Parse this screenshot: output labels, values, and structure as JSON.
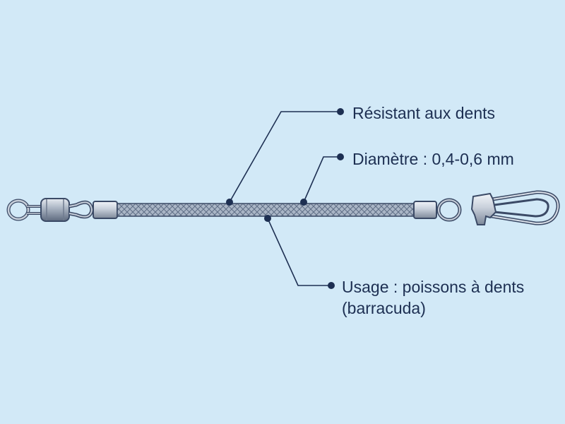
{
  "callouts": {
    "teeth_resistant": "Résistant aux dents",
    "diameter": "Diamètre : 0,4-0,6 mm",
    "usage_line1": "Usage : poissons à dents",
    "usage_line2": "(barracuda)"
  },
  "colors": {
    "background": "#d2e9f7",
    "line": "#1d2f52",
    "metal": "#9aa5b4",
    "outline": "#3b4a66"
  }
}
